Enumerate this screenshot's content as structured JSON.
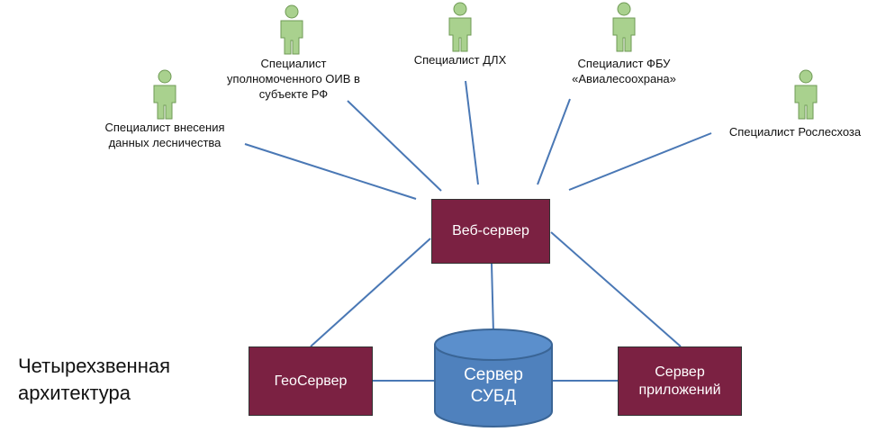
{
  "colors": {
    "line": "#4a78b5",
    "server_box": "#7b2142",
    "database": "#4f81bd",
    "person": "#a9d18e",
    "person_outline": "#6f9a55"
  },
  "users": [
    {
      "id": "lesnichestvo",
      "icon": "person-icon",
      "lines": [
        "Специалист внесения",
        "данных лесничества"
      ]
    },
    {
      "id": "oiv",
      "icon": "person-icon",
      "lines": [
        "Специалист",
        "уполномоченного ОИВ в",
        "субъекте РФ"
      ]
    },
    {
      "id": "dlh",
      "icon": "person-icon",
      "lines": [
        "Специалист ДЛХ"
      ]
    },
    {
      "id": "fbu",
      "icon": "person-icon",
      "lines": [
        "Специалист ФБУ",
        "«Авиалесоохрана»"
      ]
    },
    {
      "id": "rosleshoz",
      "icon": "person-icon",
      "lines": [
        "Специалист Рослесхоза"
      ]
    }
  ],
  "servers": {
    "web": {
      "label": "Веб-сервер"
    },
    "geo": {
      "label": "ГеоСервер"
    },
    "db": {
      "lines": [
        "Сервер",
        "СУБД"
      ],
      "shape": "database-cylinder"
    },
    "app": {
      "lines": [
        "Сервер",
        "приложений"
      ]
    }
  },
  "caption": {
    "lines": [
      "Четырехзвенная",
      "архитектура"
    ]
  }
}
